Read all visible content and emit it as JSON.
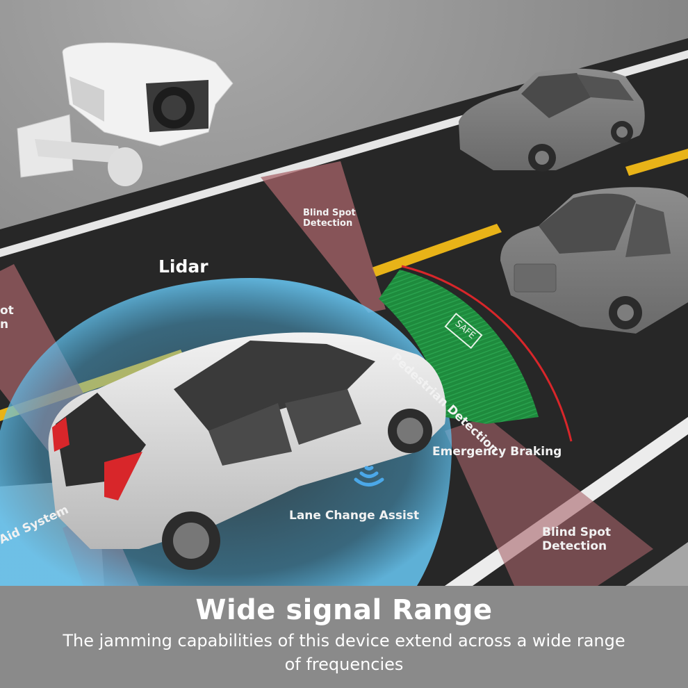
{
  "scene": {
    "labels": {
      "lidar": "Lidar",
      "blind_spot_top": "Blind Spot\nDetection",
      "blind_spot_left_partial": "ot\nn",
      "pedestrian_detection": "Pedestrian Detection",
      "safe_badge": "SAFE",
      "emergency_braking": "Emergency Braking",
      "lane_change_assist": "Lane Change Assist",
      "blind_spot_bottom": "Blind Spot\nDetection",
      "aid_system_partial": "Aid System"
    },
    "icons": {
      "camera": "security-camera",
      "signal": "wireless-signal"
    },
    "colors": {
      "road": "#262626",
      "background": "#8c8c8c",
      "lidar_zone": "#4fb6e6",
      "pedestrian_zone": "#1f8a3e",
      "braking_arc": "#d8262a",
      "blind_spot_zone": "#a8646a",
      "lane_yellow": "#e8b318",
      "lane_white": "#e9e9e9"
    }
  },
  "caption": {
    "title": "Wide signal Range",
    "description": "The jamming capabilities of this device extend across a wide range of frequencies"
  }
}
